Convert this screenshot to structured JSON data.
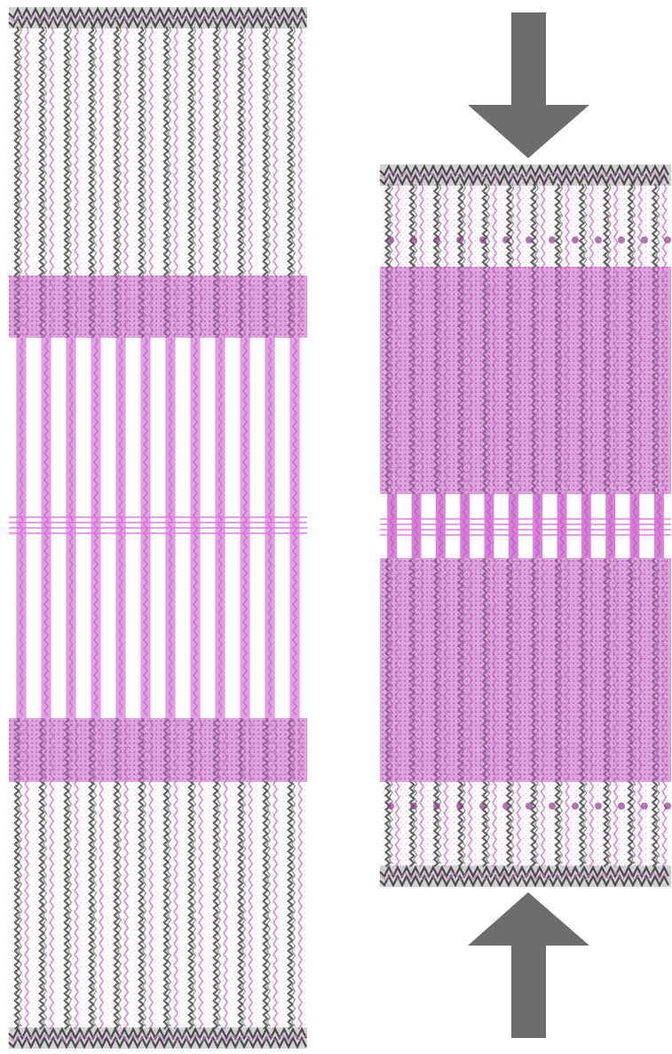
{
  "figure": {
    "panels": [
      {
        "id": "relaxed",
        "state": "uncompressed"
      },
      {
        "id": "compressed",
        "state": "compressed"
      }
    ],
    "arrows": [
      {
        "id": "top",
        "direction": "down"
      },
      {
        "id": "bottom",
        "direction": "up"
      }
    ],
    "colors": {
      "lipid_dark": "#4a4a4a",
      "lipid_light": "#c97ac9",
      "lipid_magenta": "#e070e0",
      "arrow": "#6d6d6d",
      "background": "#ffffff"
    }
  }
}
